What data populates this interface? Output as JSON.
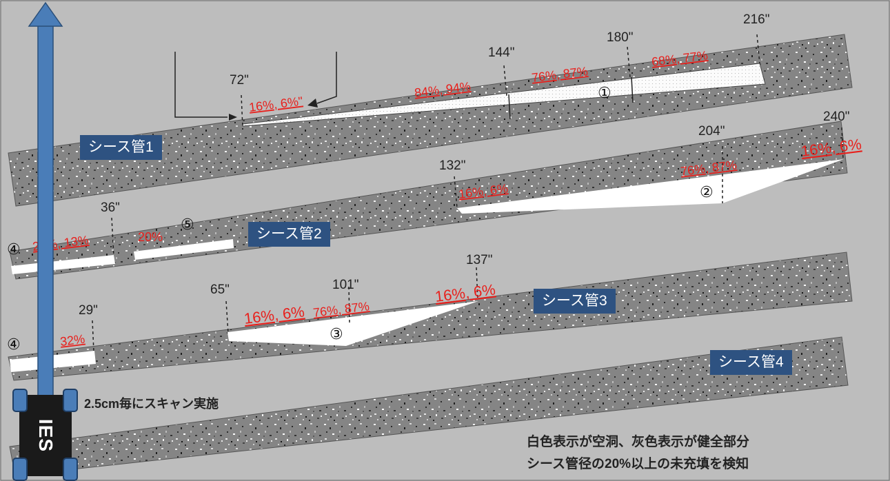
{
  "ducts": [
    {
      "label": "シース管1"
    },
    {
      "label": "シース管2"
    },
    {
      "label": "シース管3"
    },
    {
      "label": "シース管4"
    }
  ],
  "dimensions": {
    "d1_72": "72\"",
    "d1_144": "144\"",
    "d1_180": "180\"",
    "d1_216": "216\"",
    "d2_36": "36\"",
    "d2_132": "132\"",
    "d2_204": "204\"",
    "d2_240": "240\"",
    "d3_29": "29\"",
    "d3_65": "65\"",
    "d3_101": "101\"",
    "d3_137": "137\""
  },
  "percentages": {
    "p1_a": "16%, 6%\"",
    "p1_b": "84%, 94%",
    "p1_c": "76%, 87%",
    "p1_d": "68%, 77%",
    "p2_a": "2_%, 13%",
    "p2_b": "20%",
    "p2_c": "16%, 6%",
    "p2_d": "76%, 87%",
    "p2_e": "16%, 6%",
    "p3_a": "32%",
    "p3_b": "16%, 6%",
    "p3_c": "76%, 87%",
    "p3_d": "16%, 6%"
  },
  "markers": {
    "m1": "①",
    "m2": "②",
    "m3": "③",
    "m4a": "④",
    "m4b": "④",
    "m5": "⑤"
  },
  "scanner": {
    "label": "IES",
    "note": "2.5cm毎にスキャン実施"
  },
  "summary": {
    "line1": "白色表示が空洞、灰色表示が健全部分",
    "line2": "シース管径の20%以上の未充填を検知"
  },
  "colors": {
    "duct_fill": "#7a7a7a",
    "void": "#ffffff",
    "label_bg": "#2e5281",
    "percent_text": "#e8201c",
    "arrow": "#4a7db8"
  }
}
